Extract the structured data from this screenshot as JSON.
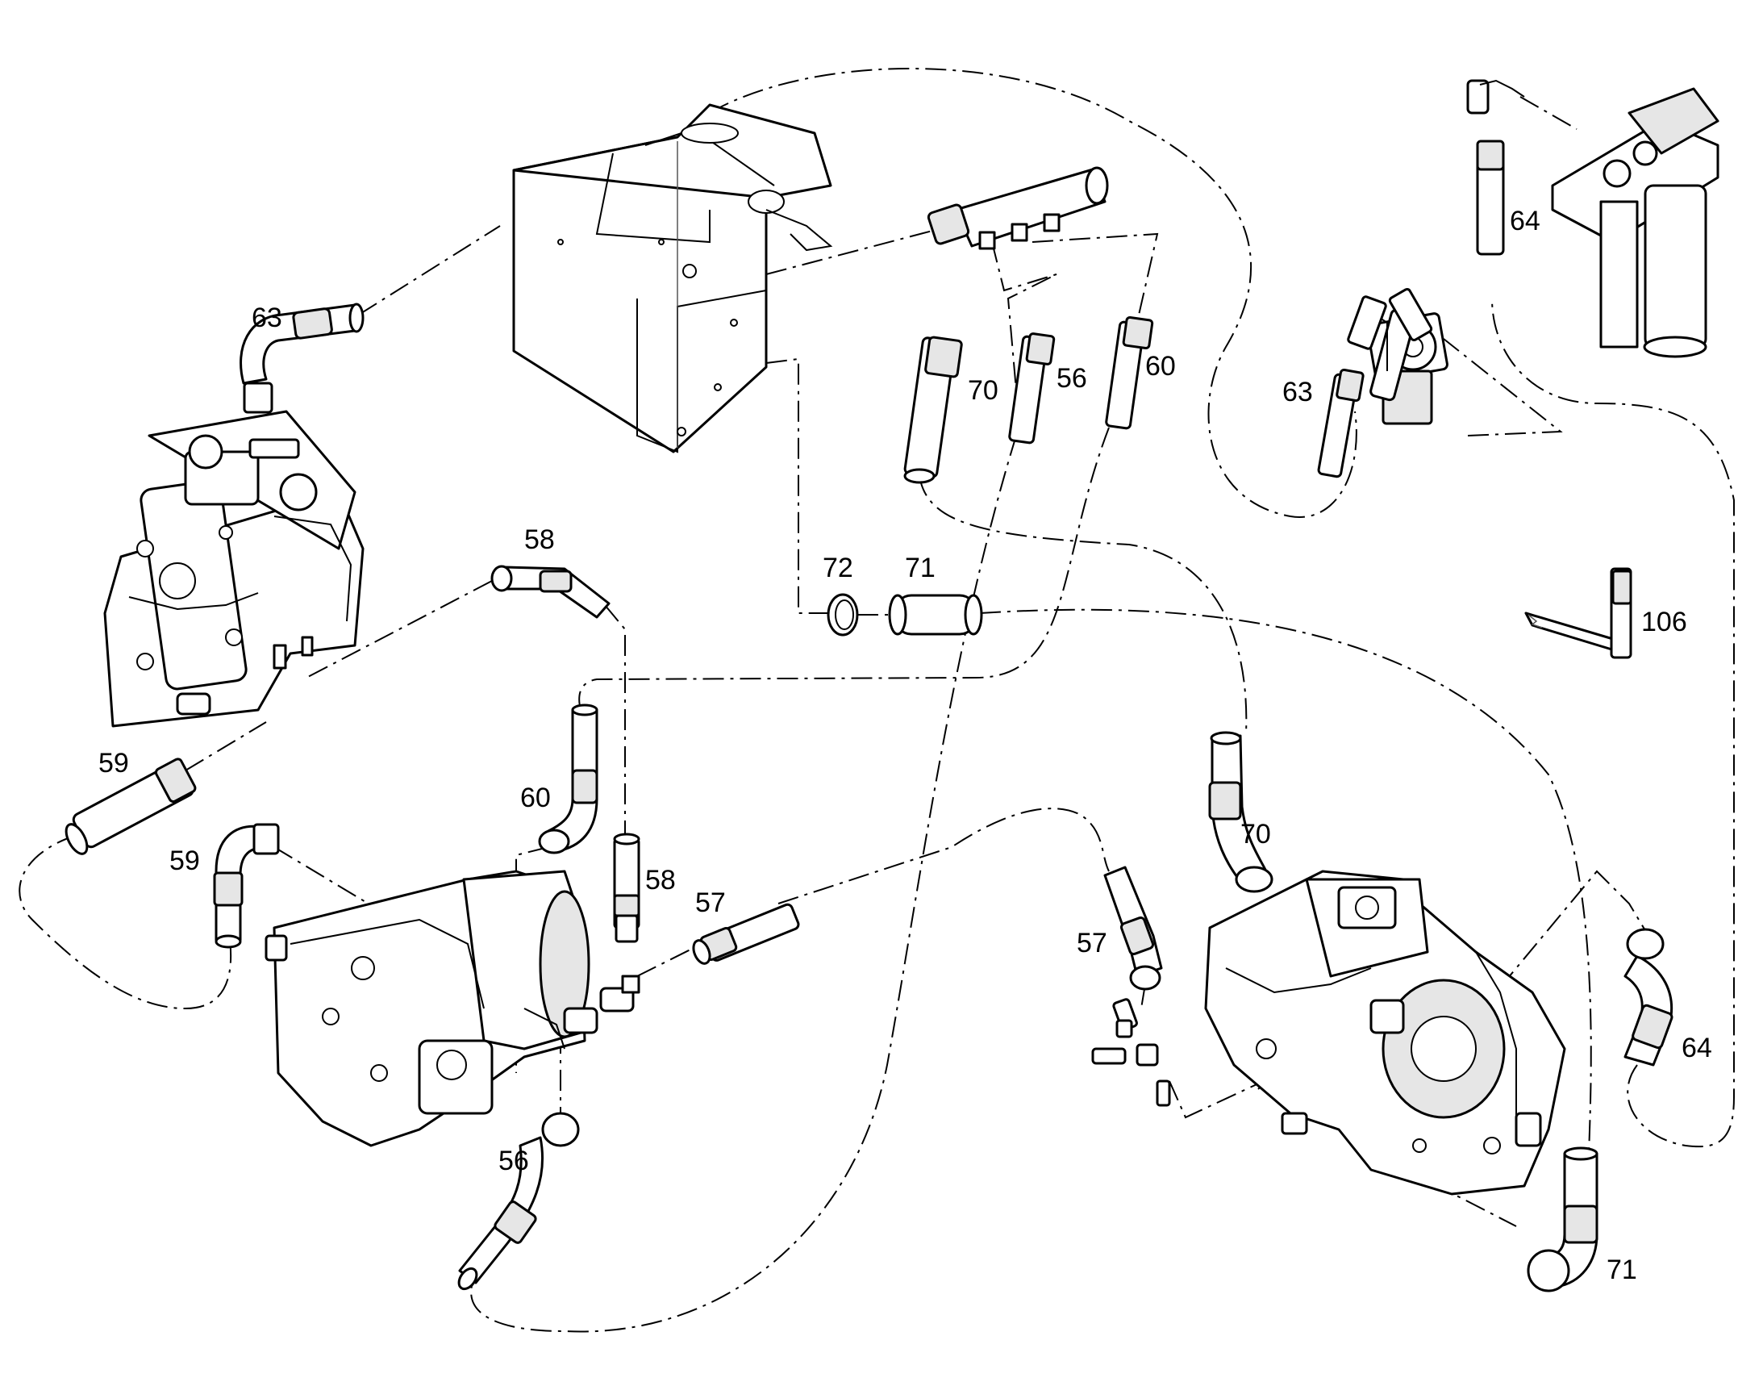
{
  "diagram": {
    "callouts": [
      {
        "id": "c63a",
        "text": "63"
      },
      {
        "id": "c58a",
        "text": "58"
      },
      {
        "id": "c59a",
        "text": "59"
      },
      {
        "id": "c59b",
        "text": "59"
      },
      {
        "id": "c60a",
        "text": "60"
      },
      {
        "id": "c58b",
        "text": "58"
      },
      {
        "id": "c57a",
        "text": "57"
      },
      {
        "id": "c56a",
        "text": "56"
      },
      {
        "id": "c72",
        "text": "72"
      },
      {
        "id": "c71a",
        "text": "71"
      },
      {
        "id": "c70a",
        "text": "70"
      },
      {
        "id": "c56b",
        "text": "56"
      },
      {
        "id": "c60b",
        "text": "60"
      },
      {
        "id": "c63b",
        "text": "63"
      },
      {
        "id": "c64a",
        "text": "64"
      },
      {
        "id": "c106",
        "text": "106"
      },
      {
        "id": "c70b",
        "text": "70"
      },
      {
        "id": "c57b",
        "text": "57"
      },
      {
        "id": "c64b",
        "text": "64"
      },
      {
        "id": "c71b",
        "text": "71"
      }
    ]
  }
}
